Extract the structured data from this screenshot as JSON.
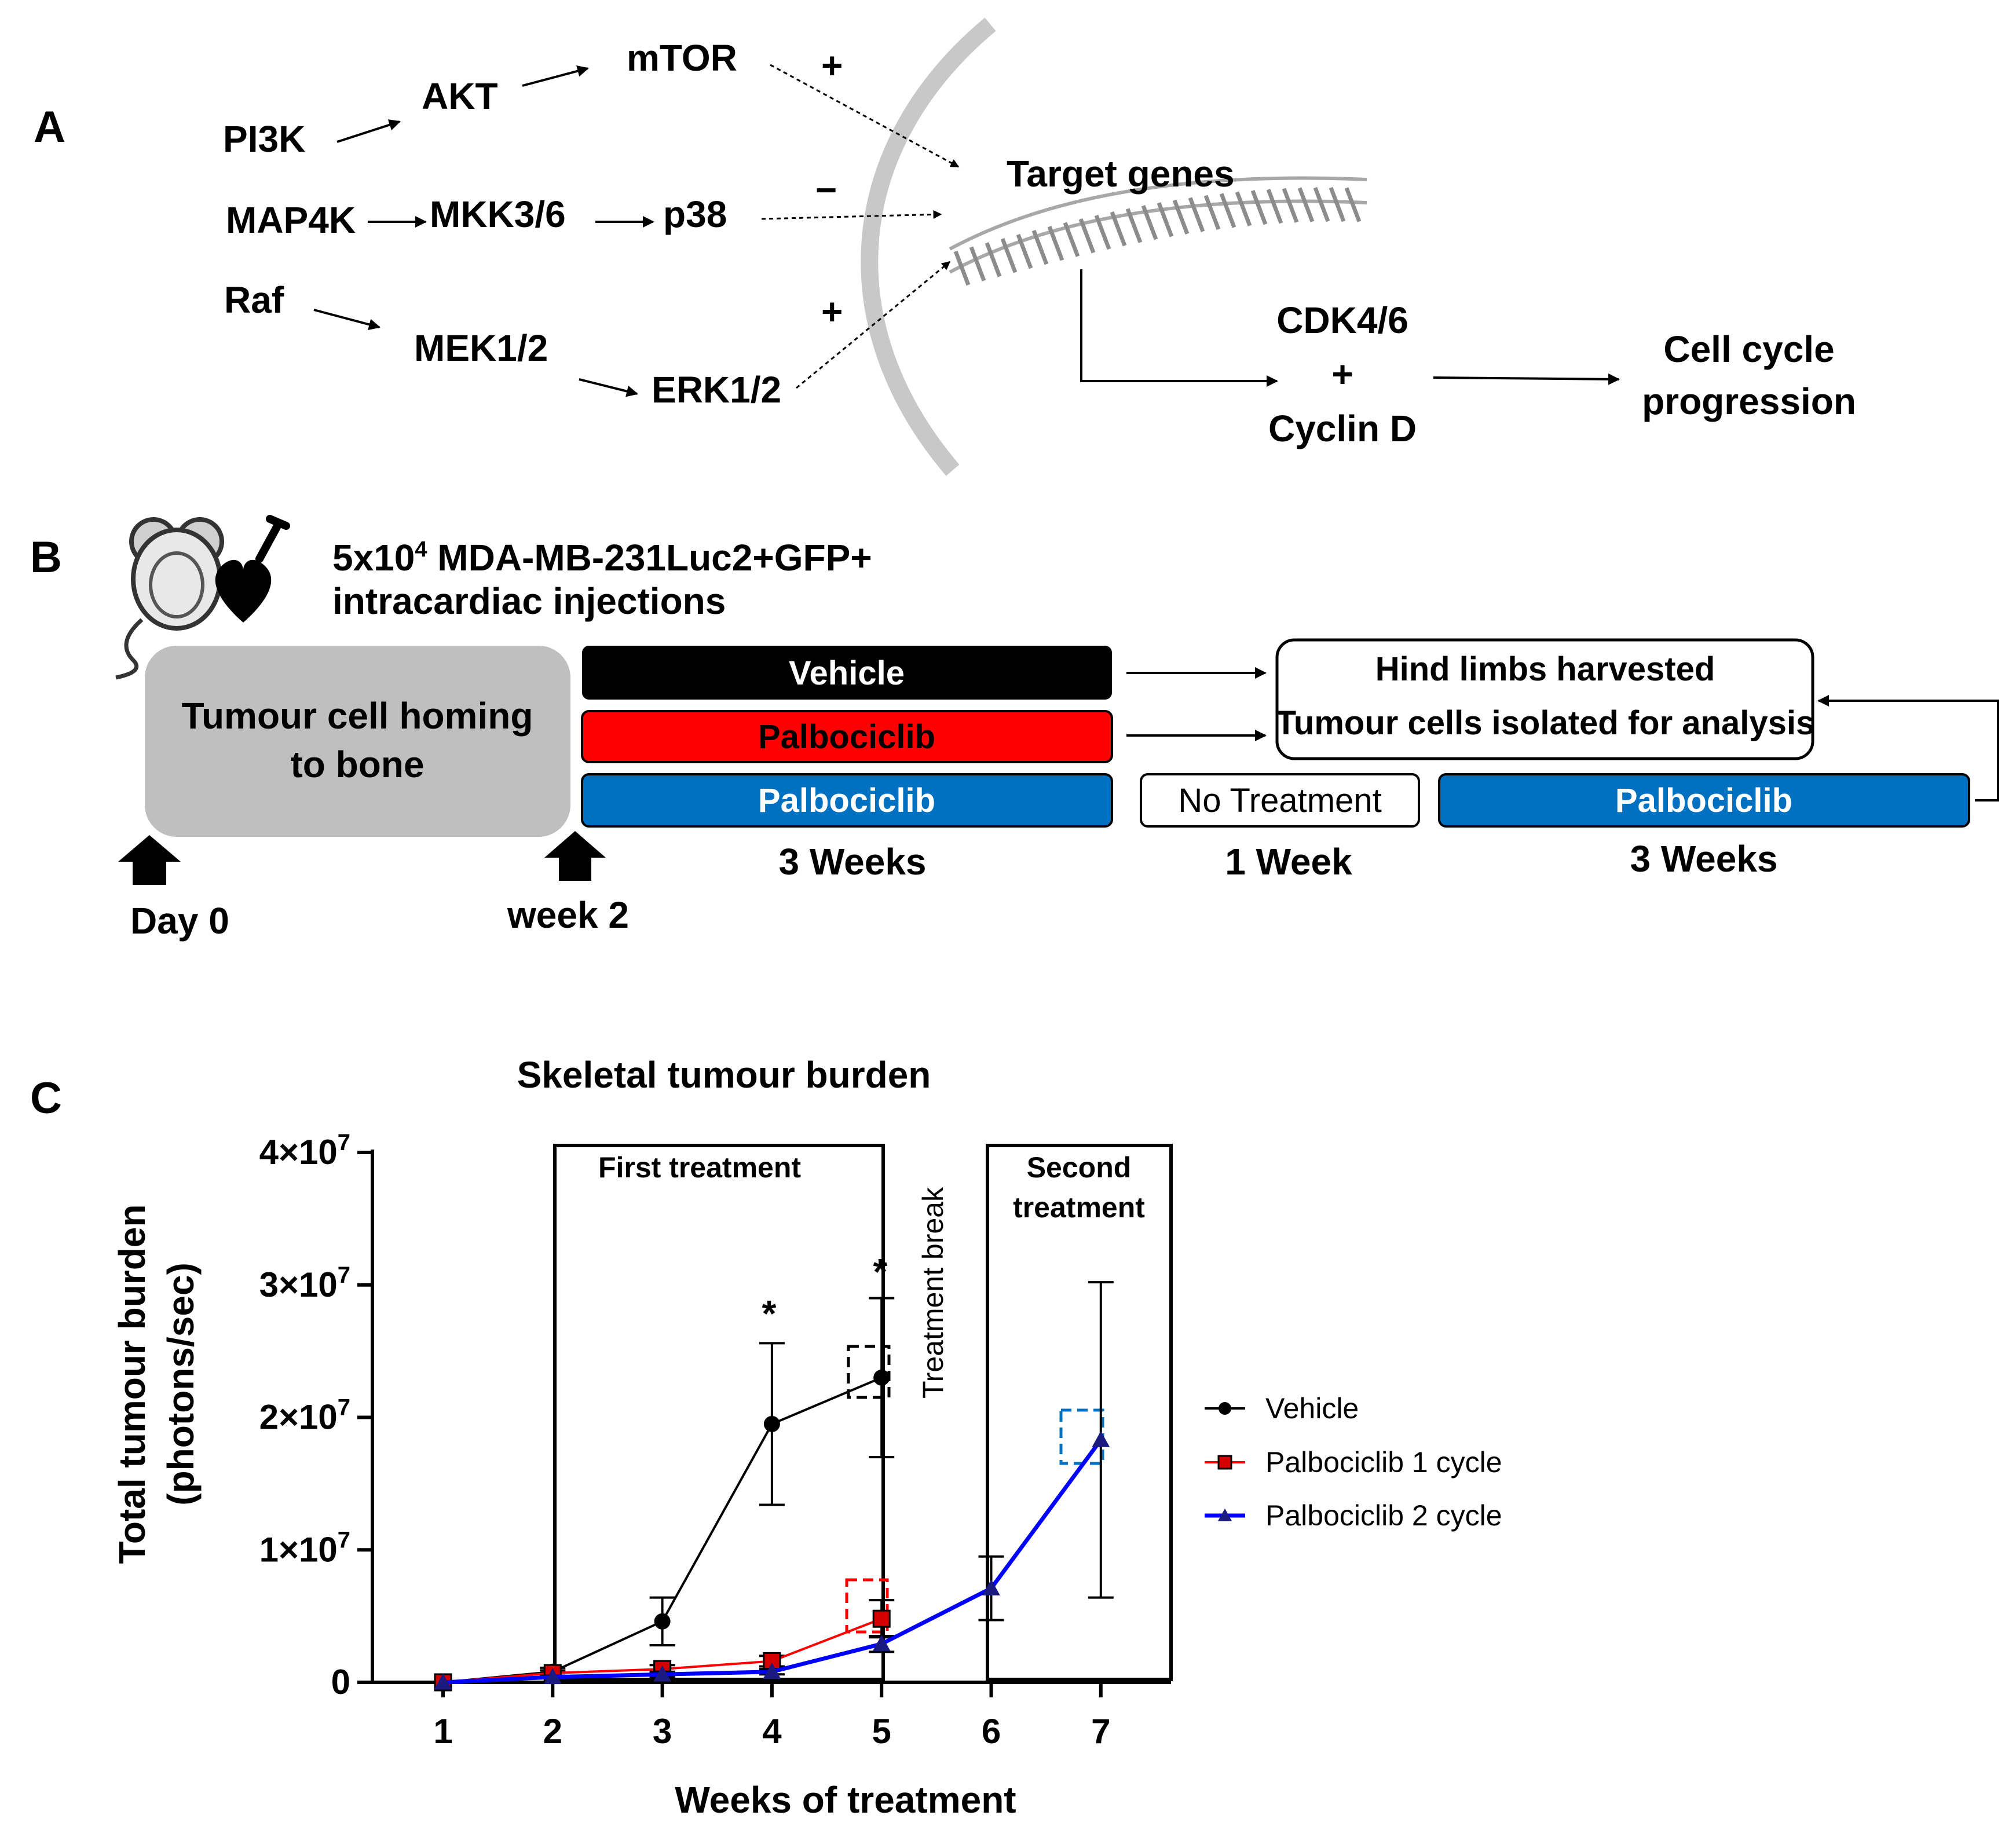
{
  "panels": {
    "a": "A",
    "b": "B",
    "c": "C"
  },
  "pathway": {
    "pi3k": "PI3K",
    "akt": "AKT",
    "mtor": "mTOR",
    "map4k": "MAP4K",
    "mkk36": "MKK3/6",
    "p38": "p38",
    "raf": "Raf",
    "mek12": "MEK1/2",
    "erk12": "ERK1/2",
    "sign_mtor": "+",
    "sign_p38": "−",
    "sign_erk": "+",
    "target_genes": "Target genes",
    "cdk46": "CDK4/6",
    "plus": "+",
    "cyclin_d": "Cyclin D",
    "cell_cycle_1": "Cell cycle",
    "cell_cycle_2": "progression"
  },
  "protocol": {
    "injection_main": "5x10",
    "injection_sup": "4",
    "injection_rest": " MDA-MB-231Luc2+GFP+",
    "injection_line2": "intracardiac injections",
    "homing_1": "Tumour cell homing",
    "homing_2": "to bone",
    "vehicle": "Vehicle",
    "palbo_red": "Palbociclib",
    "palbo_blue": "Palbociclib",
    "no_treatment": "No Treatment",
    "palbo_second": "Palbociclib",
    "harvest_1": "Hind limbs harvested",
    "harvest_2": "Tumour cells isolated for analysis",
    "three_weeks": "3 Weeks",
    "one_week": "1 Week",
    "three_weeks_2": "3 Weeks",
    "day0": "Day 0",
    "week2": "week 2",
    "colors": {
      "vehicle": "#000000",
      "palbo_red": "#ff0000",
      "palbo_blue": "#0070c0",
      "homing": "#bfbfbf"
    }
  },
  "chart_data": {
    "type": "line",
    "title": "Skeletal tumour burden",
    "xlabel": "Weeks of treatment",
    "ylabel_line1": "Total tumour burden",
    "ylabel_line2": "(photons/sec)",
    "x": [
      1,
      2,
      3,
      4,
      5,
      6,
      7
    ],
    "xlim": [
      0.5,
      7.65
    ],
    "ylim": [
      0,
      40000000
    ],
    "yticks": [
      {
        "value": 0,
        "main": "0",
        "sup": ""
      },
      {
        "value": 10000000,
        "main": "1×10",
        "sup": "7"
      },
      {
        "value": 20000000,
        "main": "2×10",
        "sup": "7"
      },
      {
        "value": 30000000,
        "main": "3×10",
        "sup": "7"
      },
      {
        "value": 40000000,
        "main": "4×10",
        "sup": "7"
      }
    ],
    "series": [
      {
        "name": "Vehicle",
        "color": "#000000",
        "marker": "circle",
        "x": [
          1,
          2,
          3,
          4,
          5
        ],
        "y": [
          0,
          800000,
          4600000,
          19500000,
          23000000
        ],
        "err": [
          0,
          300000,
          1800000,
          6100000,
          6000000
        ]
      },
      {
        "name": "Palbociclib 1 cycle",
        "color": "#ff0000",
        "marker": "square",
        "x": [
          1,
          2,
          3,
          4,
          5
        ],
        "y": [
          0,
          700000,
          1000000,
          1600000,
          4800000
        ],
        "err": [
          0,
          200000,
          300000,
          400000,
          1400000
        ]
      },
      {
        "name": "Palbociclib 2 cycle",
        "color": "#0000ff",
        "marker": "triangle",
        "x": [
          1,
          2,
          3,
          4,
          5,
          6,
          7
        ],
        "y": [
          0,
          400000,
          600000,
          800000,
          2900000,
          7100000,
          18300000
        ],
        "err": [
          0,
          100000,
          200000,
          200000,
          600000,
          2400000,
          11900000
        ]
      }
    ],
    "annotations": {
      "first_treatment": "First treatment",
      "treatment_break": "Treatment break",
      "second_treatment_1": "Second",
      "second_treatment_2": "treatment",
      "star_week4": "*",
      "star_week5": "*"
    },
    "legend_position": "right"
  }
}
